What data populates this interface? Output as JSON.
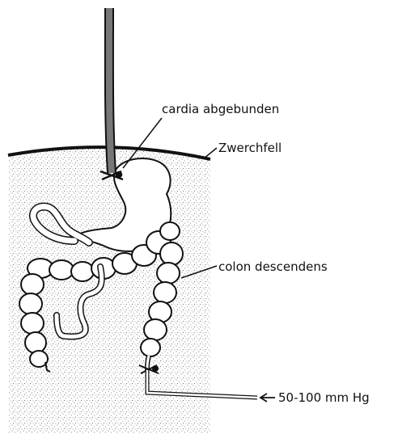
{
  "labels": {
    "cardia": "cardia abgebunden",
    "diaphragm": "Zwerchfell",
    "colon": "colon descendens",
    "pressure": "50-100 mm Hg"
  },
  "colors": {
    "ink": "#111111",
    "stipple": "#555555",
    "background": "#ffffff"
  }
}
